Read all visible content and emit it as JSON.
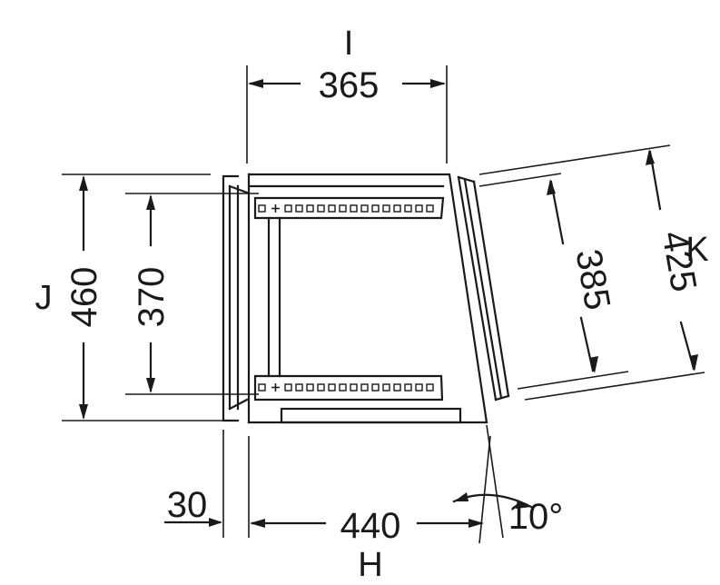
{
  "labels": {
    "I": "I",
    "J": "J",
    "K": "K",
    "H": "H"
  },
  "dimensions": {
    "top_width": "365",
    "overall_height": "460",
    "inner_height": "370",
    "door_inner": "385",
    "door_outer": "425",
    "wall_offset": "30",
    "depth": "440",
    "angle": "10°"
  }
}
